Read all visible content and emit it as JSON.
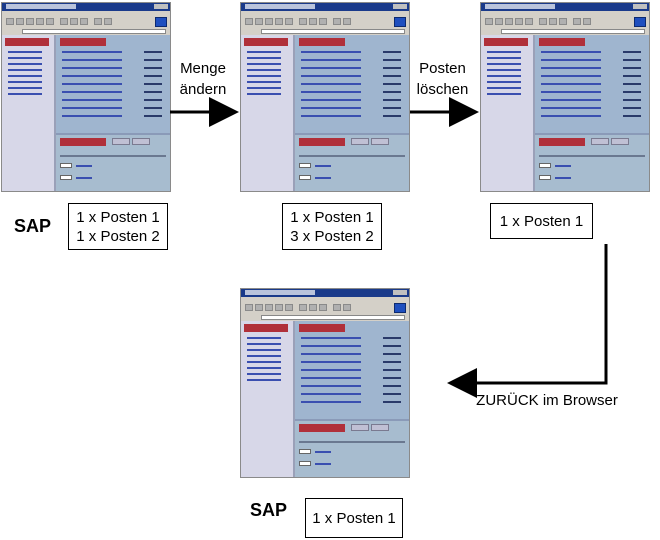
{
  "steps": {
    "change_qty": "Menge\nändern",
    "delete_item": "Posten\nlöschen",
    "back": "ZURÜCK im Browser"
  },
  "sap_label": "SAP",
  "states": {
    "initial": [
      "1 x Posten 1",
      "1 x Posten 2"
    ],
    "after_change": [
      "1 x Posten 1",
      "3 x Posten 2"
    ],
    "after_delete": [
      "1 x Posten 1"
    ],
    "after_back": [
      "1 x Posten 1"
    ]
  },
  "screenshot": {
    "left_pane_title": "Product Overview",
    "main_pane_title": "Product Overview",
    "cart_title": "Shopping Basket"
  }
}
